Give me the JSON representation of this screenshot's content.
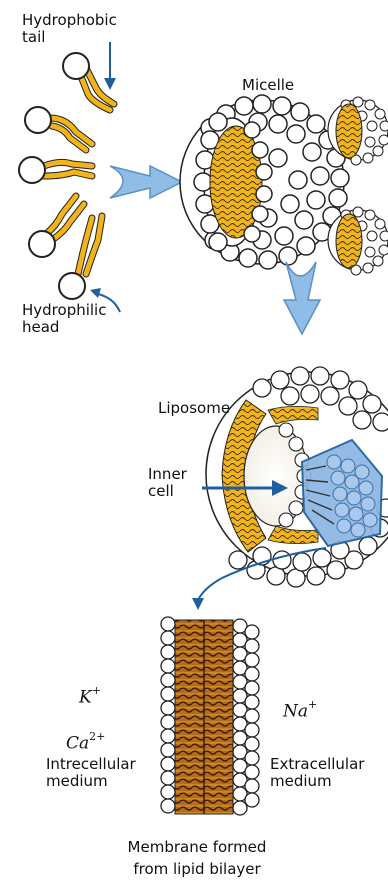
{
  "labels": {
    "hydrophobic_tail": "Hydrophobic\ntail",
    "hydrophilic_head": "Hydrophilic\nhead",
    "micelle": "Micelle",
    "liposome": "Liposome",
    "inner_cell": "Inner\ncell",
    "intracellular": "Intrecellular\nmedium",
    "extracellular": "Extracellular\nmedium",
    "membrane": "Membrane formed\nfrom lipid bilayer"
  },
  "ions": {
    "potassium_base": "K",
    "potassium_charge": "+",
    "calcium_base": "Ca",
    "calcium_charge": "2+",
    "sodium_base": "Na",
    "sodium_charge": "+"
  },
  "colors": {
    "tail": "#f2b418",
    "tail_outline": "#222222",
    "head": "#ffffff",
    "arrow_fill": "#8fbde6",
    "arrow_outline": "#5a8fc7",
    "pointer": "#1f5f9f",
    "section_fill": "#8ab6e2",
    "bilayer_core": "#8a4a16"
  }
}
